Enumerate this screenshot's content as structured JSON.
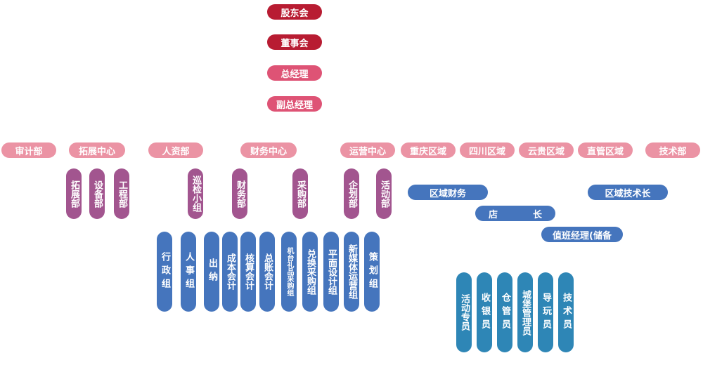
{
  "leadership": {
    "shareholders": "股东会",
    "board": "董事会",
    "general_manager": "总经理",
    "deputy_gm": "副总经理"
  },
  "departments": {
    "audit": "审计部",
    "expansion_center": "拓展中心",
    "hr": "人资部",
    "finance_center": "财务中心",
    "operations_center": "运营中心",
    "chongqing": "重庆区域",
    "sichuan": "四川区域",
    "yungui": "云贵区域",
    "direct": "直管区域",
    "tech": "技术部"
  },
  "expansion_units": {
    "expansion_dept": "拓展部",
    "equipment_dept": "设备部",
    "engineering_dept": "工程部"
  },
  "hr_units": {
    "inspection_team": "巡检小组",
    "admin_team": "行政组",
    "personnel_team": "人事组"
  },
  "finance_units": {
    "finance_dept": "财务部",
    "purchasing_dept": "采购部",
    "cashier": "出纳",
    "cost_accounting": "成本会计",
    "audit_accounting": "核算会计",
    "general_ledger": "总账会计",
    "gift_purchasing_team": "机台礼品采购组",
    "exchange_purchasing_team": "兑换采购组"
  },
  "operations_units": {
    "planning_dept": "企划部",
    "events_dept": "活动部",
    "graphic_design_team": "平面设计组",
    "new_media_team": "新媒体运营组",
    "strategy_team": "策划组"
  },
  "region_units": {
    "regional_finance": "区域财务",
    "regional_tech_lead": "区域技术长",
    "store_manager": "店长",
    "duty_manager": "值班经理(储备",
    "event_specialist": "活动专员",
    "cashier_staff": "收银员",
    "warehouse_staff": "仓管员",
    "castle_manager": "城堡管理员",
    "guide_staff": "导玩员",
    "technician": "技术员"
  },
  "colors": {
    "leadership_top": "#b81c32",
    "leadership_mid": "#de5375",
    "department": "#eb93a4",
    "sub_department": "#a2558f",
    "team": "#4575bd",
    "store_staff": "#2e86b6"
  }
}
